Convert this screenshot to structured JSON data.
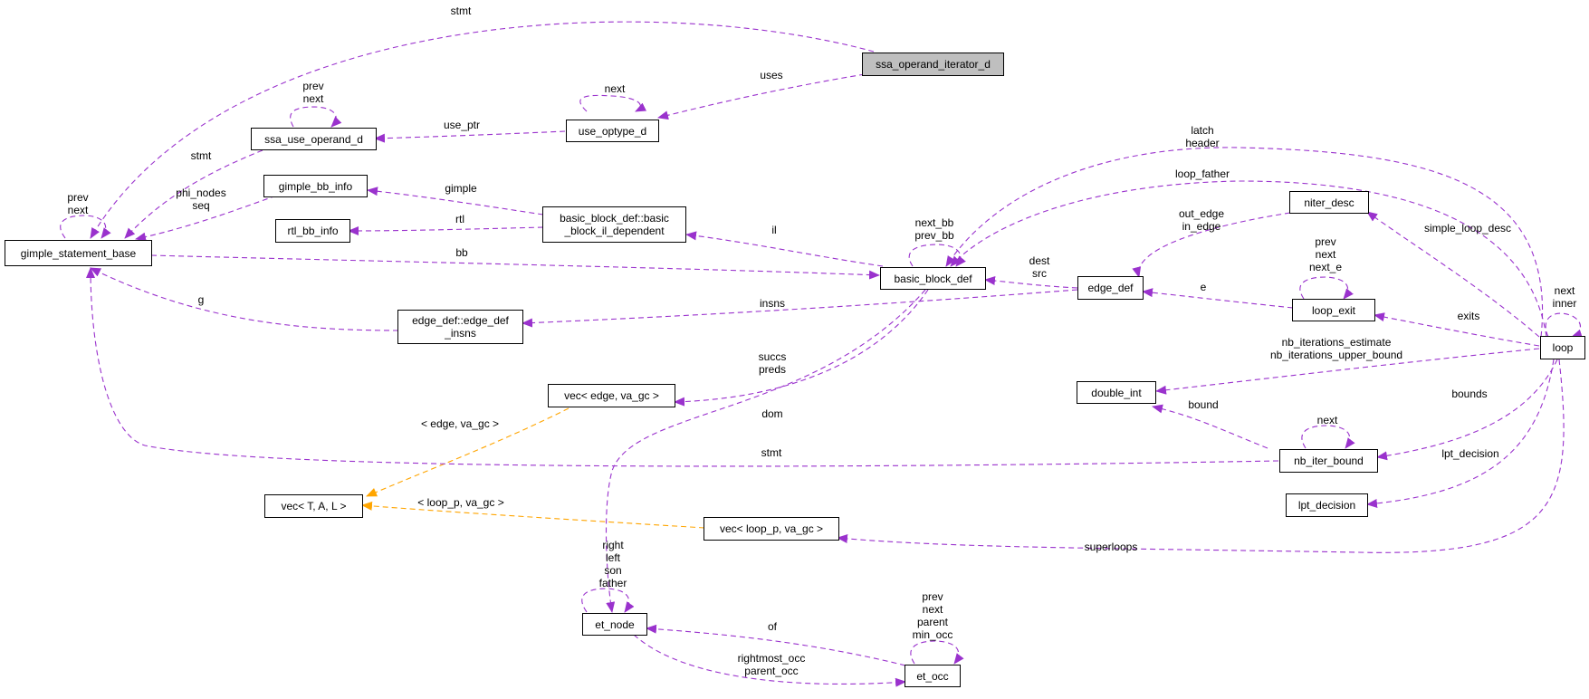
{
  "colors": {
    "member_edge": "#9a32cd",
    "template_edge": "#ffa500",
    "node_border": "#000000",
    "highlight_fill": "#bfbfbf"
  },
  "nodes": {
    "ssa_operand_iterator_d": "ssa_operand_iterator_d",
    "use_optype_d": "use_optype_d",
    "ssa_use_operand_d": "ssa_use_operand_d",
    "gimple_bb_info": "gimple_bb_info",
    "rtl_bb_info": "rtl_bb_info",
    "gimple_statement_base": "gimple_statement_base",
    "basic_block_il_dependent": "basic_block_def::basic\n_block_il_dependent",
    "basic_block_def": "basic_block_def",
    "edge_def_insns": "edge_def::edge_def\n_insns",
    "edge_def": "edge_def",
    "niter_desc": "niter_desc",
    "loop_exit": "loop_exit",
    "loop": "loop",
    "vec_edge": "vec< edge, va_gc >",
    "double_int": "double_int",
    "nb_iter_bound": "nb_iter_bound",
    "vec_T_A_L": "vec< T, A, L >",
    "lpt_decision": "lpt_decision",
    "vec_loop_p": "vec< loop_p, va_gc >",
    "et_node": "et_node",
    "et_occ": "et_occ"
  },
  "edge_labels": {
    "stmt_top": "stmt",
    "uses": "uses",
    "next_use_optype": "next",
    "prev_next_ssa_use": "prev\nnext",
    "use_ptr": "use_ptr",
    "stmt_ssa_use": "stmt",
    "prev_next_gimple": "prev\nnext",
    "phi_nodes_seq": "phi_nodes\nseq",
    "gimple": "gimple",
    "rtl": "rtl",
    "bb": "bb",
    "g": "g",
    "il": "il",
    "next_prev_bb": "next_bb\nprev_bb",
    "latch_header": "latch\nheader",
    "loop_father": "loop_father",
    "out_in_edge": "out_edge\nin_edge",
    "dest_src": "dest\nsrc",
    "insns": "insns",
    "simple_loop_desc": "simple_loop_desc",
    "loop_exit_self": "prev\nnext\nnext_e",
    "e": "e",
    "next_inner": "next\ninner",
    "exits": "exits",
    "nb_iterations": "nb_iterations_estimate\nnb_iterations_upper_bound",
    "succs_preds": "succs\npreds",
    "dom": "dom",
    "edge_va_gc": "< edge, va_gc >",
    "bound": "bound",
    "next_nb_iter": "next",
    "bounds": "bounds",
    "stmt_nb_iter": "stmt",
    "lpt_decision": "lpt_decision",
    "loop_p_va_gc": "< loop_p, va_gc >",
    "superloops": "superloops",
    "et_node_self": "right\nleft\nson\nfather",
    "et_occ_self": "prev\nnext\nparent\nmin_occ",
    "of": "of",
    "rightmost_parent_occ": "rightmost_occ\nparent_occ"
  }
}
